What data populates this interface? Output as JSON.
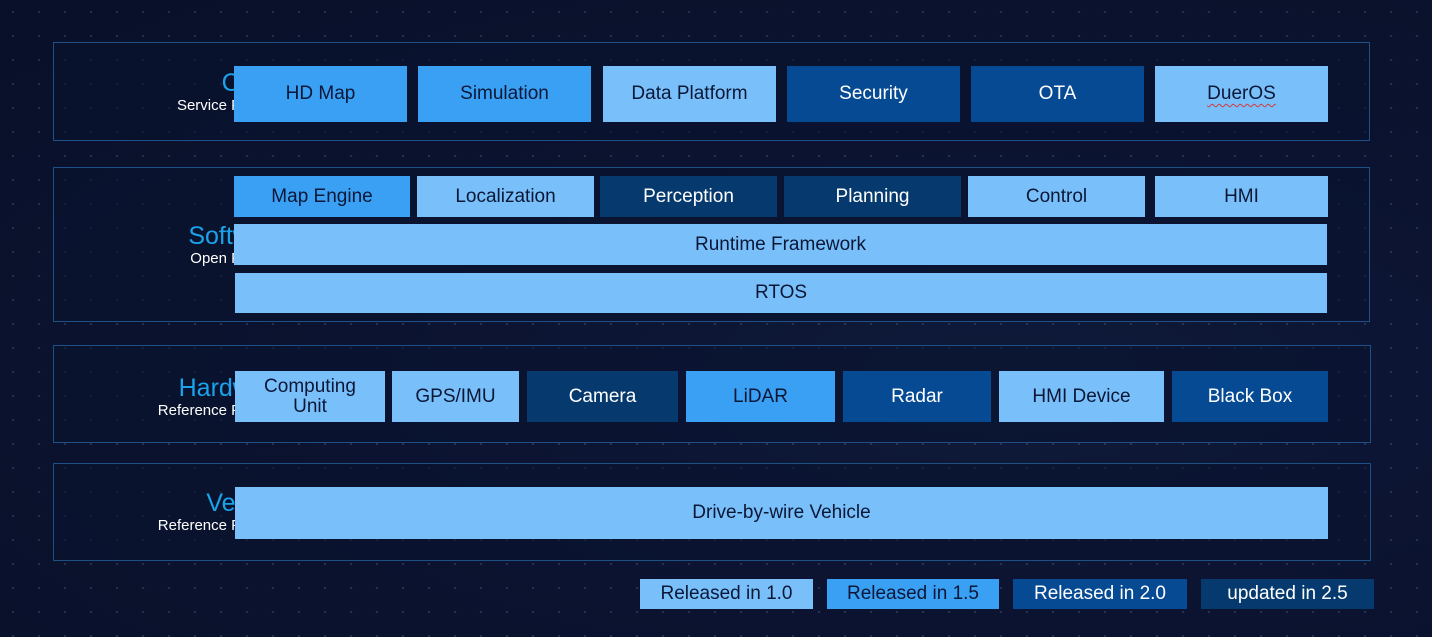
{
  "layers": {
    "cloud": {
      "title": "Cloud",
      "subtitle": "Service Platform",
      "items": [
        {
          "label": "HD Map",
          "release": "1.5"
        },
        {
          "label": "Simulation",
          "release": "1.5"
        },
        {
          "label": "Data Platform",
          "release": "1.0"
        },
        {
          "label": "Security",
          "release": "2.0"
        },
        {
          "label": "OTA",
          "release": "2.0"
        },
        {
          "label": "DuerOS",
          "release": "1.0"
        }
      ]
    },
    "software": {
      "title": "Software",
      "subtitle": "Open Platform",
      "items": [
        {
          "label": "Map Engine",
          "release": "1.5"
        },
        {
          "label": "Localization",
          "release": "1.0"
        },
        {
          "label": "Perception",
          "release": "2.5"
        },
        {
          "label": "Planning",
          "release": "2.5"
        },
        {
          "label": "Control",
          "release": "1.0"
        },
        {
          "label": "HMI",
          "release": "1.0"
        }
      ],
      "runtime": "Runtime Framework",
      "rtos": "RTOS"
    },
    "hardware": {
      "title": "Hardware",
      "subtitle": "Reference Platform",
      "items": [
        {
          "label": "Computing Unit",
          "release": "1.0"
        },
        {
          "label": "GPS/IMU",
          "release": "1.0"
        },
        {
          "label": "Camera",
          "release": "2.5"
        },
        {
          "label": "LiDAR",
          "release": "1.5"
        },
        {
          "label": "Radar",
          "release": "2.0"
        },
        {
          "label": "HMI Device",
          "release": "1.0"
        },
        {
          "label": "Black Box",
          "release": "2.0"
        }
      ]
    },
    "vehicle": {
      "title": "Vehicle",
      "subtitle": "Reference Platform",
      "items": [
        {
          "label": "Drive-by-wire Vehicle",
          "release": "1.0"
        }
      ]
    }
  },
  "legend": [
    {
      "label": "Released in 1.0",
      "color": "#79c0fb"
    },
    {
      "label": "Released in 1.5",
      "color": "#3aa0f4"
    },
    {
      "label": "Released in 2.0",
      "color": "#064a93"
    },
    {
      "label": "updated in 2.5",
      "color": "#063a6e"
    }
  ]
}
